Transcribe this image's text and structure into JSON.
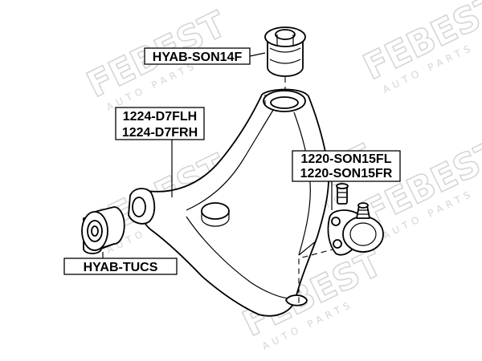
{
  "watermark": {
    "brand": "FEBEST",
    "tagline": "AUTO PARTS",
    "color": "#dcdcdc"
  },
  "labels": {
    "bushing_top": "HYAB-SON14F",
    "control_arm_lh": "1224-D7FLH",
    "control_arm_rh": "1224-D7FRH",
    "ball_joint_fl": "1220-SON15FL",
    "ball_joint_fr": "1220-SON15FR",
    "bushing_front": "HYAB-TUCS"
  }
}
